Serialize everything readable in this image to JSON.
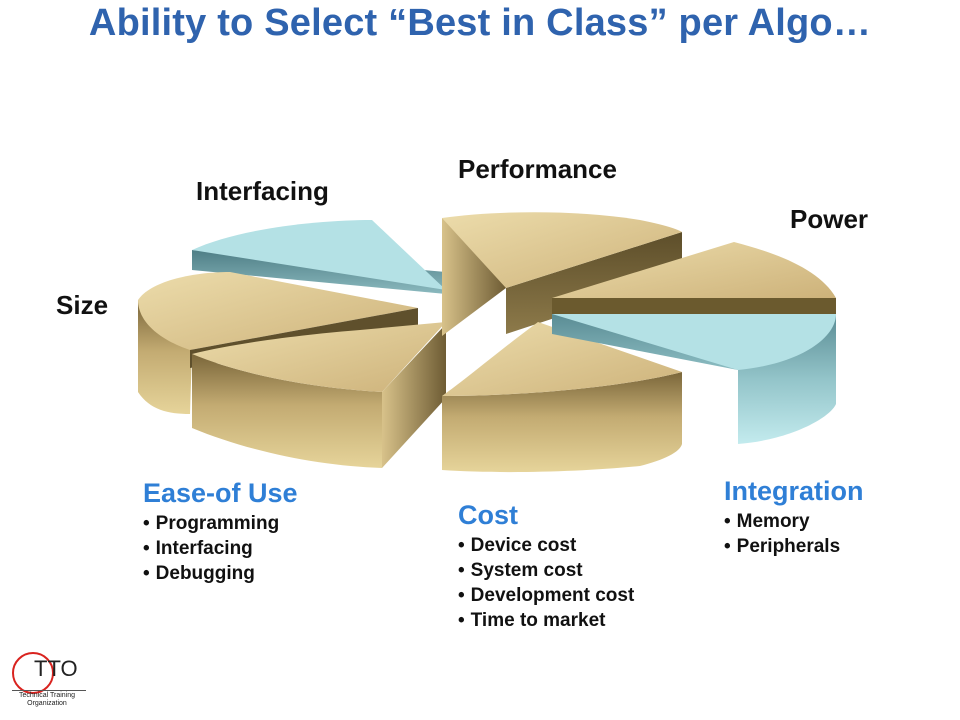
{
  "title": "Ability to Select “Best in Class” per Algo…",
  "pie_labels": {
    "performance": "Performance",
    "power": "Power",
    "interfacing": "Interfacing",
    "size": "Size"
  },
  "groups": {
    "ease": {
      "heading": "Ease-of Use",
      "items": [
        "Programming",
        "Interfacing",
        "Debugging"
      ]
    },
    "cost": {
      "heading": "Cost",
      "items": [
        "Device cost",
        "System cost",
        "Development cost",
        "Time to market"
      ]
    },
    "integration": {
      "heading": "Integration",
      "items": [
        "Memory",
        "Peripherals"
      ]
    }
  },
  "bullet": "•",
  "logo": {
    "letters": "TTO",
    "sub_line1": "Technical Training",
    "sub_line2": "Organization"
  },
  "colors": {
    "title": "#2f63ae",
    "heading": "#2f7fd6",
    "tan_top": "#e2cf95",
    "tan_side": "#9c8650",
    "blue_top": "#b3e0e4",
    "blue_side": "#6f9ea4",
    "logo_ring": "#d9231f"
  }
}
